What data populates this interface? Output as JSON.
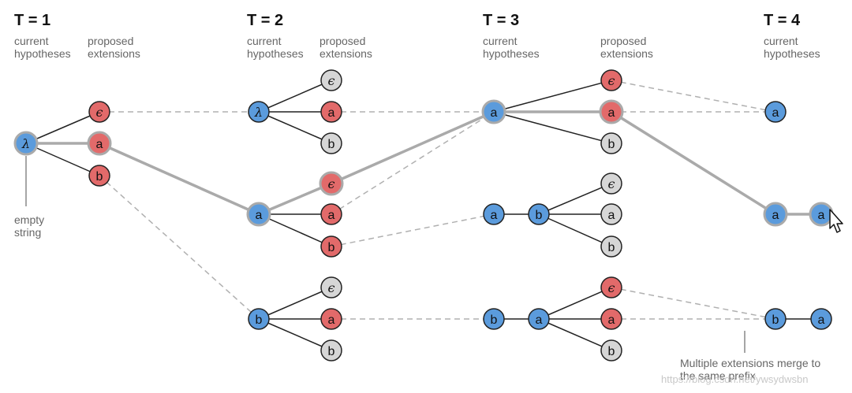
{
  "steps": [
    {
      "title": "T = 1",
      "current_label": "current hypotheses",
      "proposed_label": "proposed extensions"
    },
    {
      "title": "T = 2",
      "current_label": "current hypotheses",
      "proposed_label": "proposed extensions"
    },
    {
      "title": "T = 3",
      "current_label": "current hypotheses",
      "proposed_label": "proposed extensions"
    },
    {
      "title": "T = 4",
      "current_label": "current hypotheses"
    }
  ],
  "notes": {
    "empty_string": "empty string",
    "merge": "Multiple extensions merge to the same prefix",
    "watermark": "https://blog.csdn.net/ywsydwsbn"
  },
  "symbols": {
    "lambda": "λ",
    "epsilon": "ϵ",
    "a": "a",
    "b": "b"
  },
  "colors": {
    "hypothesis": "#5b9bdc",
    "extension": "#e26a6a",
    "blank": "#d6d6d6",
    "best_path": "#aaaaaa",
    "merge_edge": "#b0b0b0",
    "tree_edge": "#222222"
  }
}
